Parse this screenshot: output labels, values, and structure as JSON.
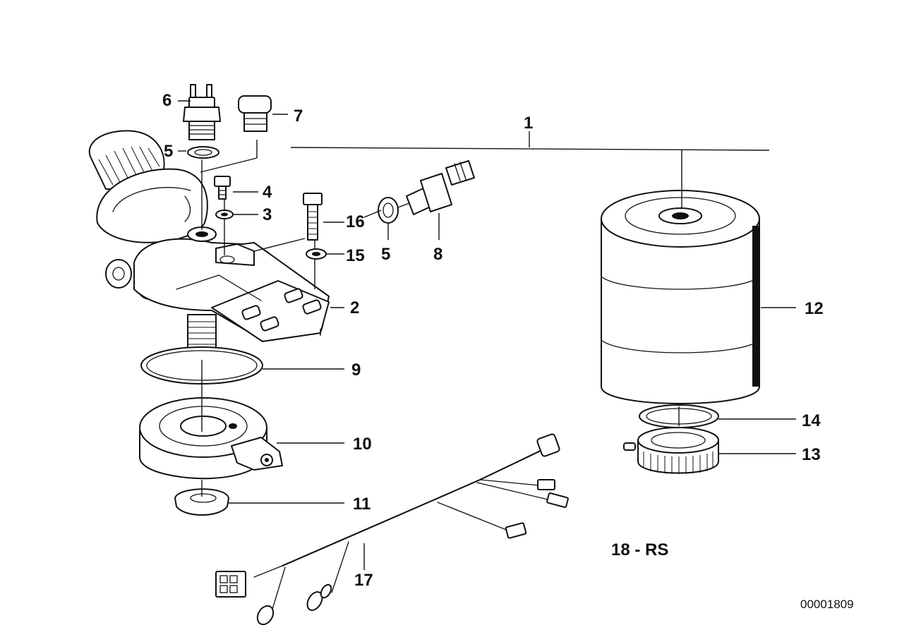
{
  "diagram": {
    "callouts": {
      "c1": "1",
      "c2": "2",
      "c3": "3",
      "c4": "4",
      "c5a": "5",
      "c5b": "5",
      "c6": "6",
      "c7": "7",
      "c8": "8",
      "c9": "9",
      "c10": "10",
      "c11": "11",
      "c12": "12",
      "c13": "13",
      "c14": "14",
      "c15": "15",
      "c16": "16",
      "c17": "17"
    },
    "note": "18 - RS",
    "document_id": "00001809"
  }
}
